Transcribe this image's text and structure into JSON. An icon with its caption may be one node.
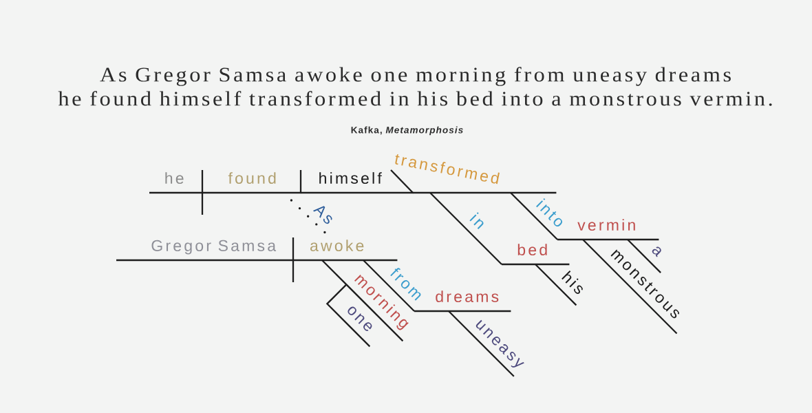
{
  "diagram": {
    "title": "As Gregor Samsa awoke one morning from uneasy dreams he found himself transformed in his bed into a monstrous vermin.",
    "nodes": [
      {
        "text": [
          "he"
        ]
      },
      {
        "text": [
          "found"
        ]
      },
      {
        "text": [
          "himself"
        ]
      },
      {
        "text": [
          "transformed"
        ]
      },
      {
        "text": [
          "bed"
        ]
      },
      {
        "text": [
          "vermin"
        ]
      },
      {
        "text": [
          "Gregor Samsa"
        ]
      },
      {
        "text": [
          "awoke"
        ]
      },
      {
        "text": [
          "morning"
        ]
      },
      {
        "text": [
          "dreams"
        ]
      }
    ],
    "edges": [
      {
        "from": 1,
        "to": 7,
        "arrow": "none",
        "label": "As",
        "style": "dashed"
      },
      {
        "from": 3,
        "to": 4,
        "arrow": "none",
        "label": "in"
      },
      {
        "from": 4,
        "to": null,
        "arrow": "none",
        "label": "his"
      },
      {
        "from": 3,
        "to": 5,
        "arrow": "none",
        "label": "into"
      },
      {
        "from": 5,
        "to": null,
        "arrow": "none",
        "label": "a"
      },
      {
        "from": 5,
        "to": null,
        "arrow": "none",
        "label": "monstrous"
      },
      {
        "from": 7,
        "to": 8,
        "arrow": "none"
      },
      {
        "from": 8,
        "to": null,
        "arrow": "none",
        "label": "one"
      },
      {
        "from": 7,
        "to": 9,
        "arrow": "none",
        "label": "from"
      },
      {
        "from": 9,
        "to": null,
        "arrow": "none",
        "label": "uneasy"
      }
    ],
    "labels": [
      "Kafka, *Metamorphosis*"
    ]
  }
}
